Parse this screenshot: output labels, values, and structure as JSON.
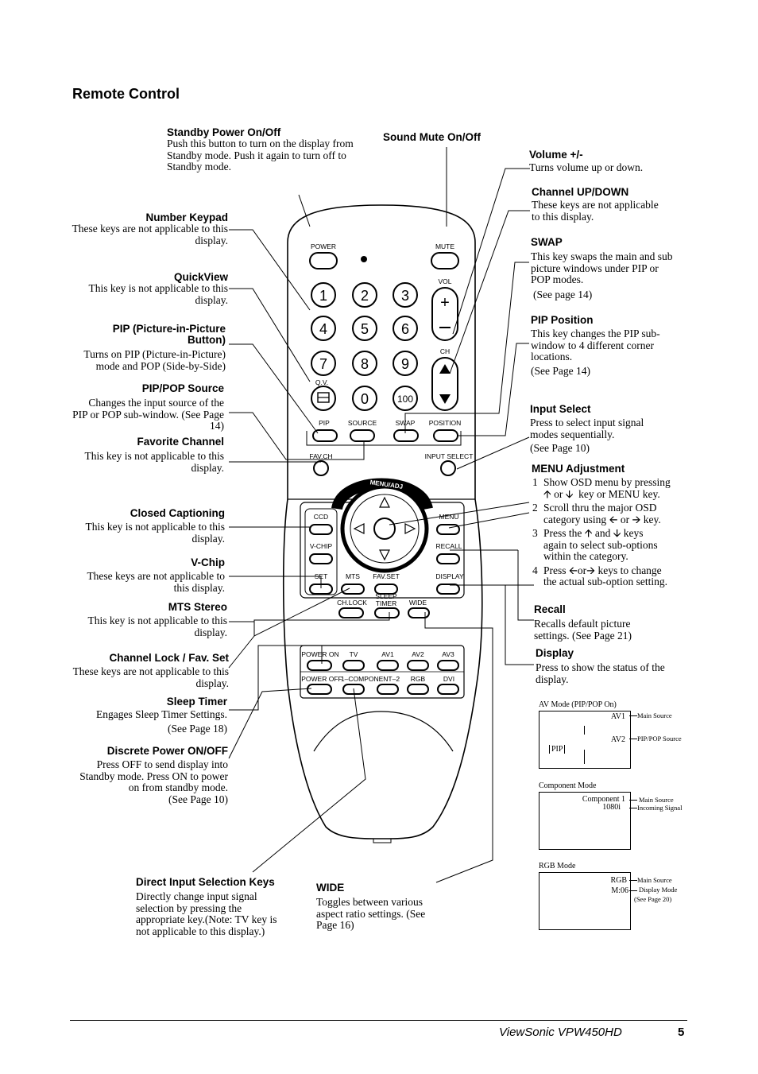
{
  "page_title": "Remote Control",
  "footer": {
    "model": "ViewSonic  VPW450HD",
    "page": "5"
  },
  "labels": {
    "standby": {
      "title": "Standby Power On/Off",
      "text": "Push this button to turn on the display from Standby mode.  Push it again to turn off to Standby mode."
    },
    "mute": {
      "title": "Sound Mute On/Off"
    },
    "volume": {
      "title": "Volume +/-",
      "text": "Turns volume up or down."
    },
    "channel": {
      "title": "Channel UP/DOWN",
      "text": "These keys are not applicable to this display."
    },
    "keypad": {
      "title": "Number Keypad",
      "text": "These keys are not applicable to this display."
    },
    "swap": {
      "title": "SWAP",
      "text": "This key swaps the main and sub picture windows under PIP or POP modes.",
      "ref": "(See page 14)"
    },
    "quickview": {
      "title": "QuickView",
      "text": "This key is not applicable to this display."
    },
    "pip_position": {
      "title": "PIP Position",
      "text": "This key changes the PIP sub-window to 4 different corner locations.",
      "ref": "(See Page 14)"
    },
    "pip": {
      "title1": "PIP (Picture-in-Picture",
      "title2": "Button)",
      "text": "Turns on PIP (Picture-in-Picture) mode and POP (Side-by-Side)"
    },
    "pip_source": {
      "title": "PIP/POP Source",
      "text": "Changes the input source of the PIP or POP sub-window. (See Page 14)"
    },
    "input_select": {
      "title": "Input Select",
      "text": "Press to select input signal modes sequentially.",
      "ref": "(See Page 10)"
    },
    "favorite": {
      "title": "Favorite Channel",
      "text": "This key is not applicable to this display."
    },
    "menu": {
      "title": "MENU Adjustment",
      "steps": [
        {
          "n": "1",
          "a": "Show OSD menu by pressing",
          "b": "or",
          "c": "key or MENU key."
        },
        {
          "n": "2",
          "a": "Scroll thru the major OSD",
          "b": "category using",
          "c": "or",
          "d": "key."
        },
        {
          "n": "3",
          "a": "Press the",
          "b": "and",
          "c": "keys",
          "d": "again to select sub-options within the category."
        },
        {
          "n": "4",
          "a": "Press",
          "b": "or",
          "c": "keys to change",
          "d": "the actual sub-option setting."
        }
      ]
    },
    "closed_caption": {
      "title": "Closed Captioning",
      "text": "This key is not applicable to this display."
    },
    "vchip": {
      "title": "V-Chip",
      "text": "These keys are not applicable to this display."
    },
    "mts": {
      "title": "MTS Stereo",
      "text": "This key is not applicable to this display."
    },
    "recall": {
      "title": "Recall",
      "text": "Recalls default picture settings. (See Page 21)"
    },
    "chlock": {
      "title": "Channel Lock / Fav. Set",
      "text": "These keys are not applicable to this display."
    },
    "display": {
      "title": "Display",
      "text": "Press to show the status of the display."
    },
    "sleep": {
      "title": "Sleep Timer",
      "text": "Engages Sleep Timer Settings.",
      "ref": "(See Page 18)"
    },
    "discrete_power": {
      "title": "Discrete Power ON/OFF",
      "text": "Press OFF to send display into Standby  mode.  Press ON to power on from standby mode.",
      "ref": "(See Page 10)"
    },
    "direct_input": {
      "title": "Direct Input Selection Keys",
      "text": "Directly change input signal selection by pressing the appropriate key.(Note: TV key is not applicable to this display.)"
    },
    "wide": {
      "title": "WIDE",
      "text": "Toggles between various aspect ratio settings. (See Page 16)"
    }
  },
  "display_modes": {
    "av": {
      "caption": "AV Mode (PIP/POP On)",
      "main": "AV1",
      "main_label": "Main Source",
      "sub": "AV2",
      "sub_label": "PIP/POP Source",
      "pip": "PIP"
    },
    "component": {
      "caption": "Component Mode",
      "line1": "Component 1",
      "line2": "1080i",
      "main_label": "Main Source",
      "signal_label": "Incoming Signal"
    },
    "rgb": {
      "caption": "RGB Mode",
      "line1": "RGB",
      "line2": "M:06",
      "main_label": "Main Source",
      "mode_label": "Display Mode",
      "ref": "(See Page 20)"
    }
  },
  "remote_keys": {
    "power": "POWER",
    "mute": "MUTE",
    "vol": "VOL",
    "ch": "CH",
    "digits": [
      "1",
      "2",
      "3",
      "4",
      "5",
      "6",
      "7",
      "8",
      "9",
      "0",
      "100"
    ],
    "qv": "Q.V.",
    "pip": "PIP",
    "source": "SOURCE",
    "swap": "SWAP",
    "position": "POSITION",
    "fav_ch": "FAV.CH",
    "input_select": "INPUT SELECT",
    "menu_adj": "MENU/ADJ",
    "ccd": "CCD",
    "vchip": "V-CHIP",
    "set": "SET",
    "mts": "MTS",
    "fav_set": "FAV.SET",
    "menu": "MENU",
    "recall": "RECALL",
    "display": "DISPLAY",
    "ch_lock": "CH.LOCK",
    "sleep1": "SLEEP",
    "sleep2": "TIMER",
    "wide": "WIDE",
    "power_on": "POWER ON",
    "tv": "TV",
    "av1": "AV1",
    "av2": "AV2",
    "av3": "AV3",
    "power_off": "POWER OFF",
    "component": "1–COMPONENT–2",
    "rgb": "RGB",
    "dvi": "DVI"
  }
}
